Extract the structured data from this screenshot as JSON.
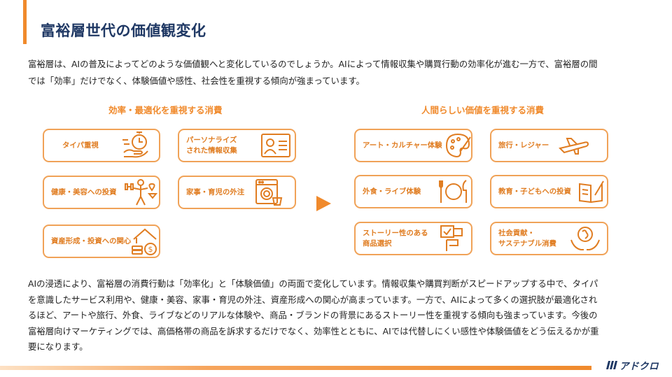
{
  "title": "富裕層世代の価値観変化",
  "intro_lines": [
    "富裕層は、AIの普及によってどのような価値観へと変化しているのでしょうか。AIによって情報収集や購買行動の効率化が進む一方で、富裕層の間",
    "では「効率」だけでなく、体験価値や感性、社会性を重視する傾向が強まっています。"
  ],
  "left_group": {
    "title": "効率・最適化を重視する消費",
    "cards": [
      {
        "label": "タイパ重視",
        "icon": "stopwatch-hand-icon"
      },
      {
        "label": "パーソナライズ\nされた情報収集",
        "icon": "profile-card-icon"
      },
      {
        "label": "健康・美容への投資",
        "icon": "fitness-person-icon"
      },
      {
        "label": "家事・育児の外注",
        "icon": "washing-machine-icon"
      },
      {
        "label": "資産形成・投資への関心",
        "icon": "house-money-icon"
      }
    ]
  },
  "right_group": {
    "title": "人間らしい価値を重視する消費",
    "cards": [
      {
        "label": "アート・カルチャー体験",
        "icon": "palette-icon"
      },
      {
        "label": "旅行・レジャー",
        "icon": "airplane-icon"
      },
      {
        "label": "外食・ライブ体験",
        "icon": "dining-plate-icon"
      },
      {
        "label": "教育・子どもへの投資",
        "icon": "open-book-icon"
      },
      {
        "label": "ストーリー性のある\n商品選択",
        "icon": "checkbox-select-icon"
      },
      {
        "label": "社会貢献・\nサステナブル消費",
        "icon": "hands-globe-icon"
      }
    ]
  },
  "outro_lines": [
    "AIの浸透により、富裕層の消費行動は「効率化」と「体験価値」の両面で変化しています。情報収集や購買判断がスピードアップする中で、タイパ",
    "を意識したサービス利用や、健康・美容、家事・育児の外注、資産形成への関心が高まっています。一方で、AIによって多くの選択肢が最適化され",
    "るほど、アートや旅行、外食、ライブなどのリアルな体験や、商品・ブランドの背景にあるストーリー性を重視する傾向も強まっています。今後の",
    "富裕層向けマーケティングでは、高価格帯の商品を訴求するだけでなく、効率性とともに、AIでは代替しにくい感性や体験価値をどう伝えるかが重",
    "要になります。"
  ],
  "logo": "アドクロ",
  "colors": {
    "accent": "#f08a2c",
    "title": "#1f3864",
    "card_border": "#f0a257"
  }
}
